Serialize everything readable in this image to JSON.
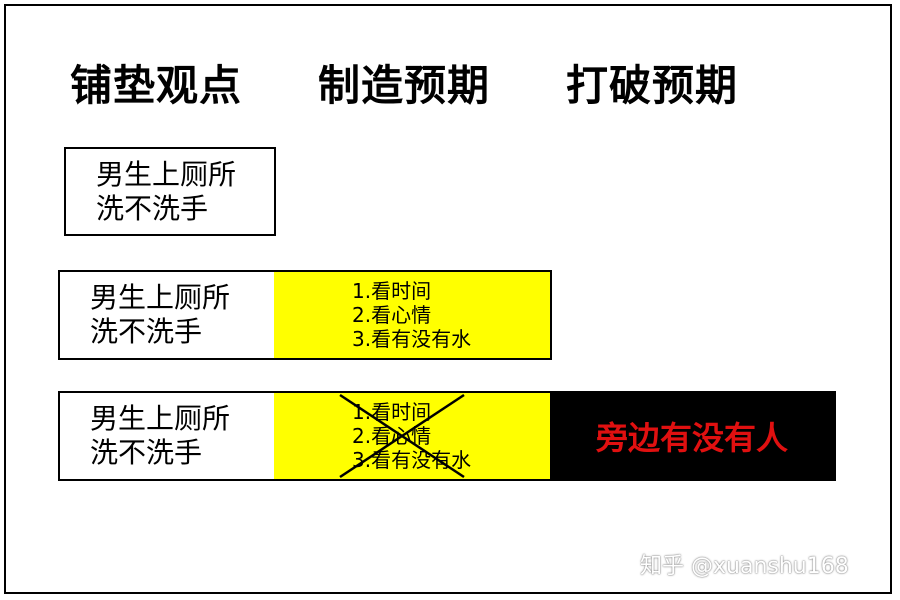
{
  "headings": [
    "铺垫观点",
    "制造预期",
    "打破预期"
  ],
  "row1": {
    "topic_line1": "男生上厕所",
    "topic_line2": "洗不洗手"
  },
  "row2": {
    "topic_line1": "男生上厕所",
    "topic_line2": "洗不洗手",
    "items": [
      "1.看时间",
      "2.看心情",
      "3.看有没有水"
    ]
  },
  "row3": {
    "topic_line1": "男生上厕所",
    "topic_line2": "洗不洗手",
    "items": [
      "1.看时间",
      "2.看心情",
      "3.看有没有水"
    ],
    "twist": "旁边有没有人"
  },
  "watermark": "知乎 @xuanshu168",
  "colors": {
    "yellow": "#ffff00",
    "black": "#000000",
    "twist_text": "#e01010"
  }
}
